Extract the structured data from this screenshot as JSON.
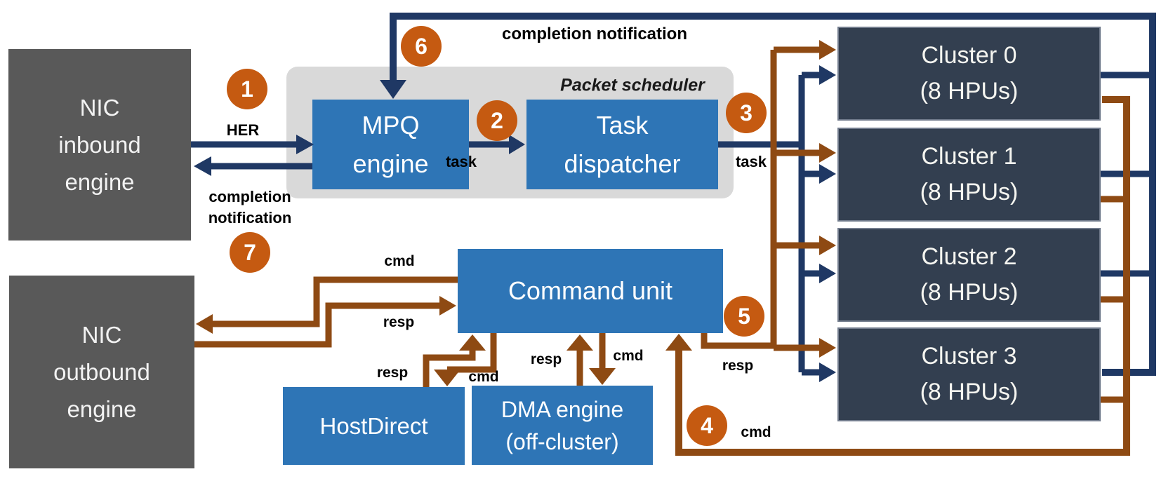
{
  "colors": {
    "navy": "#1F3864",
    "brown": "#8E4A13",
    "orange": "#C55A11",
    "blue": "#2E75B6",
    "dark_gray": "#595959",
    "panel_gray": "#D9D9D9",
    "cluster_navy": "#333F50",
    "label_text": "#000000"
  },
  "nodes": {
    "nic_inbound": {
      "line1": "NIC",
      "line2": "inbound",
      "line3": "engine"
    },
    "nic_outbound": {
      "line1": "NIC",
      "line2": "outbound",
      "line3": "engine"
    },
    "packet_scheduler": {
      "label": "Packet scheduler"
    },
    "mpq_engine": {
      "line1": "MPQ",
      "line2": "engine"
    },
    "task_dispatcher": {
      "line1": "Task",
      "line2": "dispatcher"
    },
    "command_unit": {
      "label": "Command unit"
    },
    "hostdirect": {
      "label": "HostDirect"
    },
    "dma_engine": {
      "line1": "DMA engine",
      "line2": "(off-cluster)"
    },
    "clusters": [
      {
        "line1": "Cluster 0",
        "line2": "(8 HPUs)"
      },
      {
        "line1": "Cluster 1",
        "line2": "(8 HPUs)"
      },
      {
        "line1": "Cluster 2",
        "line2": "(8 HPUs)"
      },
      {
        "line1": "Cluster 3",
        "line2": "(8 HPUs)"
      }
    ]
  },
  "markers": {
    "m1": "1",
    "m2": "2",
    "m3": "3",
    "m4": "4",
    "m5": "5",
    "m6": "6",
    "m7": "7"
  },
  "edge_labels": {
    "her": "HER",
    "task_mpq_td": "task",
    "task_td_clusters": "task",
    "completion_top": "completion notification",
    "completion_left_line1": "completion",
    "completion_left_line2": "notification",
    "cmd_cu_nic": "cmd",
    "resp_nic_cu": "resp",
    "resp_hostdirect": "resp",
    "cmd_hostdirect": "cmd",
    "resp_dma": "resp",
    "cmd_dma": "cmd",
    "cmd_clusters": "cmd",
    "resp_clusters": "resp"
  }
}
